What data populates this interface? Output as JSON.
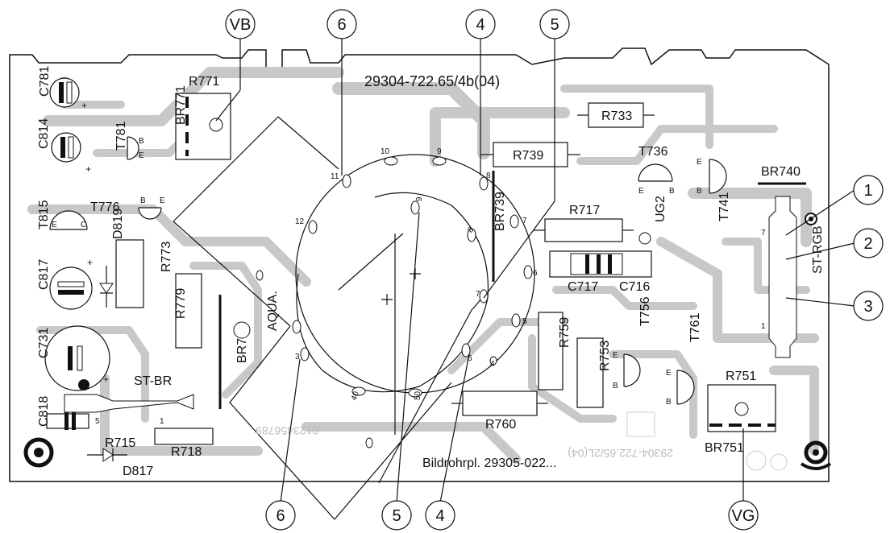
{
  "board": {
    "part_number": "29304-722.65/4b(04)",
    "footer_text": "Bildrohrpl. 29305-022...",
    "mirror_text": "29304-722.65/2L(04)",
    "digits_text": "0123456789",
    "aqua_label": "AQUA."
  },
  "callouts": {
    "top": [
      "VB",
      "6",
      "4",
      "5"
    ],
    "right": [
      "1",
      "2",
      "3"
    ],
    "bottom": [
      "6",
      "5",
      "4",
      "VG"
    ]
  },
  "components": {
    "C781": "C781",
    "C814": "C814",
    "T781": "T781",
    "T776": "T776",
    "T815": "T815",
    "D819": "D819",
    "C817": "C817",
    "R773": "R773",
    "R779": "R779",
    "C731": "C731",
    "ST_BR": "ST-BR",
    "C818": "C818",
    "R715": "R715",
    "R718": "R718",
    "D817": "D817",
    "R771": "R771",
    "BR771": "BR771",
    "BR779": "BR779",
    "BR739": "BR739",
    "R733": "R733",
    "R739": "R739",
    "T736": "T736",
    "T741": "T741",
    "BR740": "BR740",
    "R717": "R717",
    "UG2": "UG2",
    "C717": "C717",
    "C716": "C716",
    "ST_RGB": "ST-RGB",
    "R759": "R759",
    "R753": "R753",
    "T756": "T756",
    "T761": "T761",
    "R751": "R751",
    "BR751": "BR751",
    "R760": "R760"
  },
  "pins": {
    "T781_B": "B",
    "T781_E": "E",
    "T776_B": "B",
    "T776_E": "E",
    "T815_E": "E",
    "T815_C": "C",
    "T736_E": "E",
    "T736_B": "B",
    "T741_B": "B",
    "T741_E": "E",
    "T756_E": "E",
    "T756_B": "B",
    "T761_E": "E",
    "T761_B": "B",
    "plus": "+",
    "st_br_5": "5",
    "st_br_1": "1",
    "st_rgb_7": "7",
    "st_rgb_1": "1"
  },
  "socket_pins": [
    "10",
    "9",
    "8",
    "11",
    "12",
    "9",
    "8",
    "7",
    "6",
    "7",
    "5",
    "6",
    "4",
    "3",
    "40",
    "50"
  ]
}
